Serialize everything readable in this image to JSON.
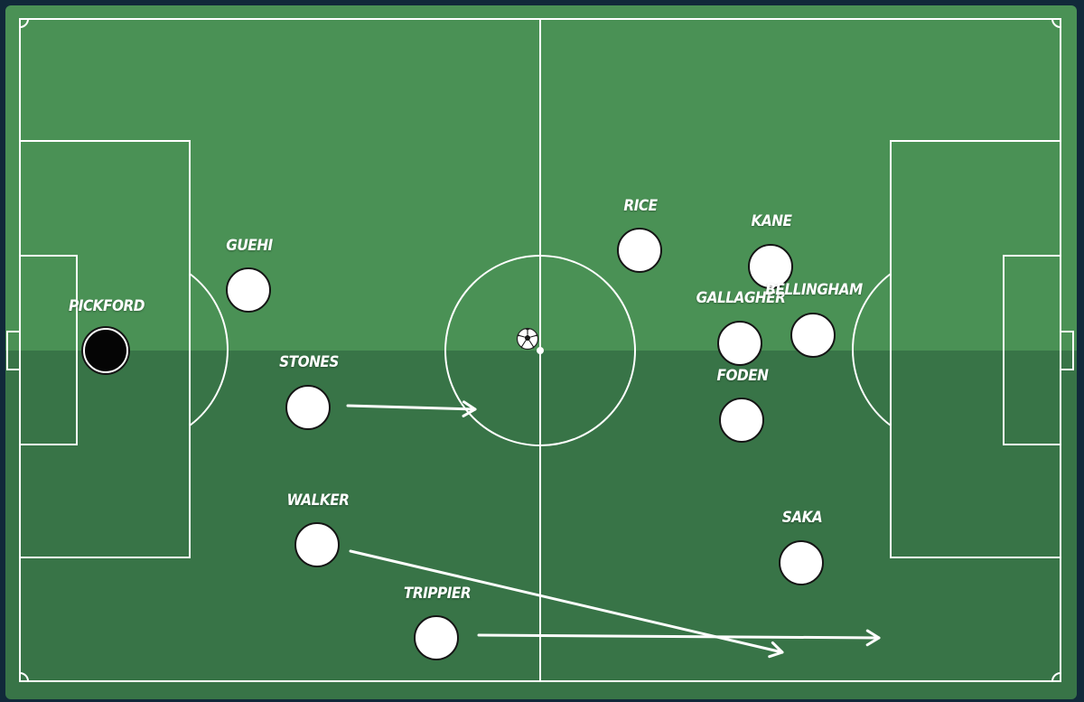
{
  "pitch": {
    "colors": {
      "grass_top": "#4a9155",
      "grass_bottom": "#387447",
      "lines": "#ffffff",
      "background": "#11293a"
    }
  },
  "ball": {
    "icon": "football-icon"
  },
  "players": [
    {
      "id": "pickford",
      "name": "PICKFORD",
      "role": "goalkeeper"
    },
    {
      "id": "guehi",
      "name": "GUEHI",
      "role": "outfield"
    },
    {
      "id": "stones",
      "name": "STONES",
      "role": "outfield"
    },
    {
      "id": "walker",
      "name": "WALKER",
      "role": "outfield"
    },
    {
      "id": "trippier",
      "name": "TRIPPIER",
      "role": "outfield"
    },
    {
      "id": "rice",
      "name": "RICE",
      "role": "outfield"
    },
    {
      "id": "kane",
      "name": "KANE",
      "role": "outfield"
    },
    {
      "id": "gallagher",
      "name": "GALLAGHER",
      "role": "outfield"
    },
    {
      "id": "bellingham",
      "name": "BELLINGHAM",
      "role": "outfield"
    },
    {
      "id": "foden",
      "name": "FODEN",
      "role": "outfield"
    },
    {
      "id": "saka",
      "name": "SAKA",
      "role": "outfield"
    }
  ],
  "movement_arrows": [
    {
      "player": "stones"
    },
    {
      "player": "walker"
    },
    {
      "player": "trippier"
    }
  ]
}
